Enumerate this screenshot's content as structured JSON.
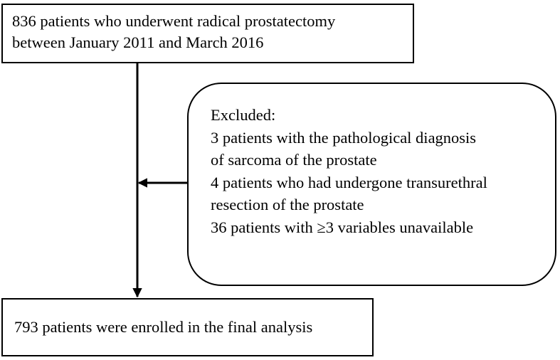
{
  "flow": {
    "start": {
      "lines": [
        "836 patients who underwent radical prostatectomy",
        "between January 2011 and March 2016"
      ]
    },
    "excluded": {
      "title": "Excluded:",
      "lines": [
        "3 patients with the pathological diagnosis",
        "of sarcoma of the prostate",
        "4 patients who had undergone transurethral",
        "resection of the prostate",
        "36 patients with ≥3 variables unavailable"
      ]
    },
    "end": {
      "text": "793 patients were enrolled in the final analysis"
    }
  },
  "colors": {
    "stroke": "#000000",
    "background": "#ffffff"
  }
}
